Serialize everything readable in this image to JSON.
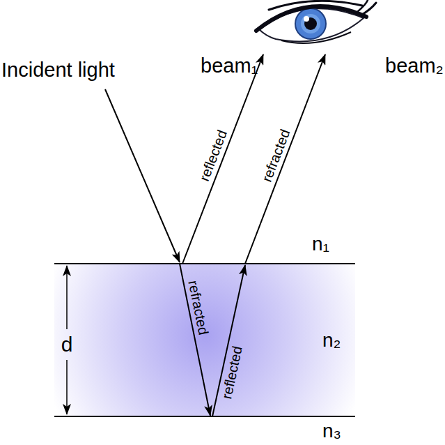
{
  "diagram": {
    "labels": [
      "Incident light",
      "beam₁",
      "beam₂",
      "reflected",
      "refracted",
      "n₁",
      "refracted",
      "d",
      "n₂",
      "reflected",
      "n₃"
    ]
  }
}
